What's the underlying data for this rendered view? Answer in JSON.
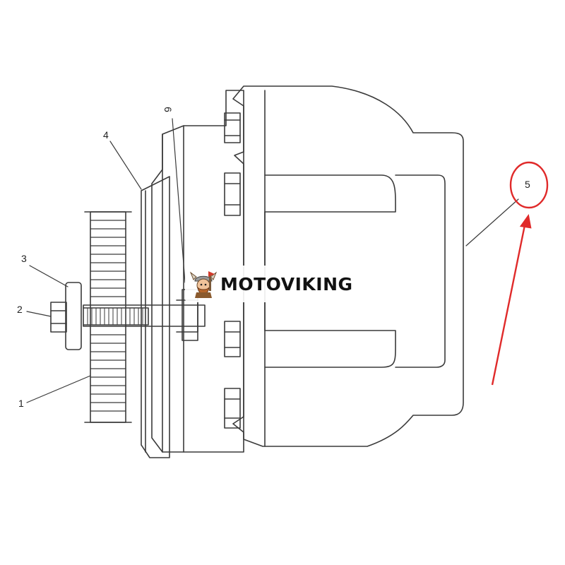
{
  "callouts": {
    "part_1": "1",
    "part_2": "2",
    "part_3": "3",
    "part_4": "4",
    "part_5": "5",
    "part_6": "6"
  },
  "watermark": {
    "brand": "MOTOVIKING",
    "logo_icon": "viking-mascot-icon"
  },
  "highlight": {
    "target_callout": "5",
    "color": "#e02a2a"
  },
  "colors": {
    "line": "#3a3a3a",
    "background": "#ffffff"
  }
}
